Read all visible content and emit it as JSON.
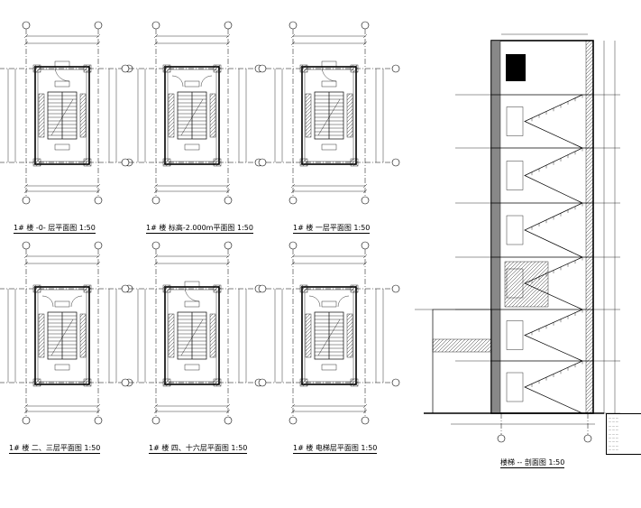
{
  "drawing_titles": {
    "plan_1": "1# 楼 -0- 层平面图 1:50",
    "plan_2": "1# 楼 标高-2.000m平面图 1:50",
    "plan_3": "1# 楼 一层平面图 1:50",
    "plan_4": "1# 楼 二、三层平面图 1:50",
    "plan_5": "1# 楼 四、十六层平面图 1:50",
    "plan_6": "1# 楼 电梯层平面图 1:50",
    "section": "楼梯 -- 剖面图 1:50"
  },
  "legend": {
    "lines": [
      "— — —",
      "— — —",
      "— — —",
      "— — —",
      "— — —",
      "— — —",
      "— — —",
      "— — —",
      "— — —"
    ]
  }
}
